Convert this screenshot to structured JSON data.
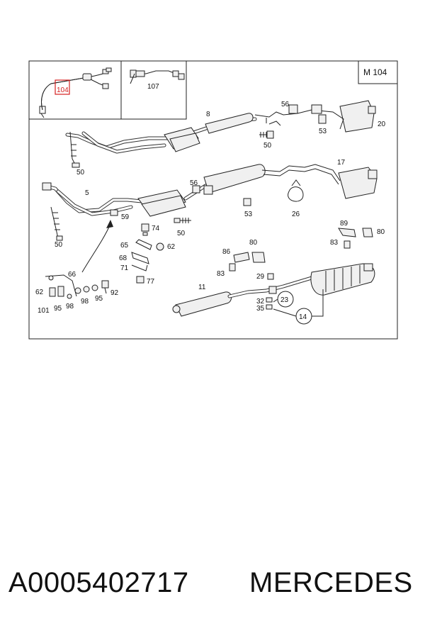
{
  "diagram": {
    "model": "M 104",
    "highlighted_label": "104",
    "labels": {
      "l107": "107",
      "l8": "8",
      "l56a": "56",
      "l53a": "53",
      "l20": "20",
      "l50a": "50",
      "l50b": "50",
      "l17": "17",
      "l5": "5",
      "l56b": "56",
      "l53b": "53",
      "l26": "26",
      "l59": "59",
      "l50c": "50",
      "l74": "74",
      "l50d": "50",
      "l65": "65",
      "l62a": "62",
      "l68": "68",
      "l71": "71",
      "l77": "77",
      "l89": "89",
      "l80a": "80",
      "l83a": "83",
      "l86": "86",
      "l80b": "80",
      "l83b": "83",
      "l66": "66",
      "l62b": "62",
      "l101": "101",
      "l95a": "95",
      "l98a": "98",
      "l98b": "98",
      "l95b": "95",
      "l92": "92",
      "l29": "29",
      "l11": "11",
      "l23": "23",
      "l32": "32",
      "l35": "35",
      "l14": "14"
    }
  },
  "footer": {
    "part_number": "A0005402717",
    "brand": "MERCEDES"
  },
  "colors": {
    "highlight": "#d42020",
    "line": "#222222"
  }
}
